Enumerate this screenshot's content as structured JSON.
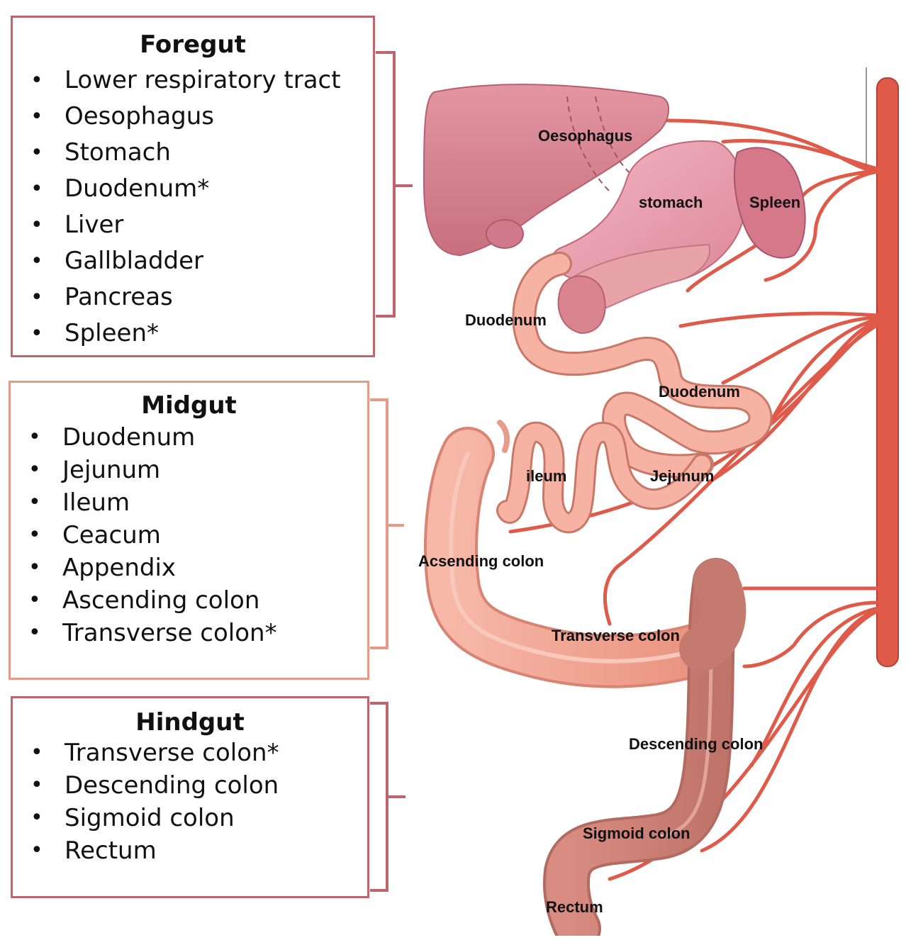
{
  "foregut": {
    "title": "Foregut",
    "items": [
      "Lower respiratory tract",
      "Oesophagus",
      "Stomach",
      "Duodenum*",
      "Liver",
      "Gallbladder",
      "Pancreas",
      "Spleen*"
    ]
  },
  "midgut": {
    "title": "Midgut",
    "items": [
      "Duodenum",
      "Jejunum",
      "Ileum",
      "Ceacum",
      "Appendix",
      "Ascending colon",
      "Transverse colon*"
    ]
  },
  "hindgut": {
    "title": "Hindgut",
    "items": [
      "Transverse colon*",
      "Descending colon",
      "Sigmoid colon",
      "Rectum"
    ]
  },
  "diagram_labels": {
    "oesophagus": "Oesophagus",
    "stomach": "stomach",
    "spleen": "Spleen",
    "duodenum_upper": "Duodenum",
    "duodenum_lower": "Duodenum",
    "ileum": "ileum",
    "jejunum": "Jejunum",
    "ascending_colon": "Acsending colon",
    "transverse_colon": "Transverse colon",
    "descending_colon": "Descending colon",
    "sigmoid_colon": "Sigmoid colon",
    "rectum": "Rectum"
  },
  "colors": {
    "foregut_border": "#c0646e",
    "midgut_border": "#e59a8a",
    "hindgut_border": "#c0646e",
    "artery": "#e05a4a",
    "liver": "#d9808f",
    "stomach": "#efa6b8",
    "colon": "#f2a99a",
    "distal_colon": "#cf8478"
  }
}
